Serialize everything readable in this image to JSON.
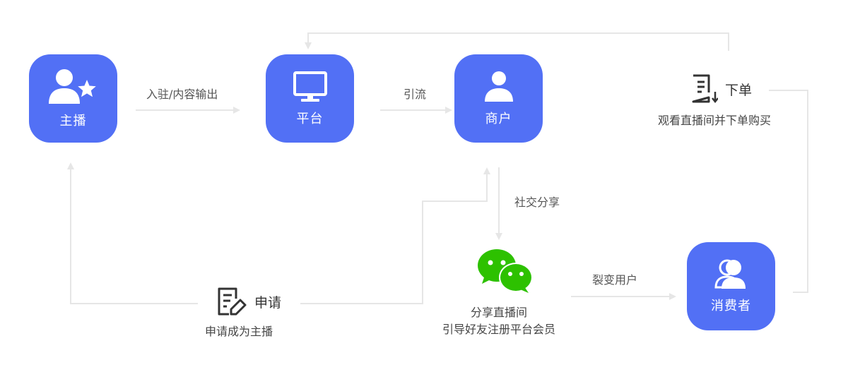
{
  "colors": {
    "node_fill": "#5270F5",
    "arrow": "#E6E6E6",
    "wechat_green": "#2DC100"
  },
  "nodes": {
    "anchor": {
      "label": "主播",
      "icon": "person-star-icon"
    },
    "platform": {
      "label": "平台",
      "icon": "monitor-icon"
    },
    "merchant": {
      "label": "商户",
      "icon": "person-icon"
    },
    "consumer": {
      "label": "消费者",
      "icon": "users-icon"
    }
  },
  "edges": {
    "anchor_to_platform": "入驻/内容输出",
    "platform_to_merchant": "引流",
    "merchant_to_wechat": "社交分享",
    "wechat_to_consumer": "裂变用户"
  },
  "order": {
    "title": "下单",
    "caption": "观看直播间并下单购买",
    "icon": "order-list-icon"
  },
  "apply": {
    "title": "申请",
    "caption": "申请成为主播",
    "icon": "edit-doc-icon"
  },
  "wechat": {
    "line1": "分享直播间",
    "line2": "引导好友注册平台会员",
    "icon": "wechat-icon"
  }
}
